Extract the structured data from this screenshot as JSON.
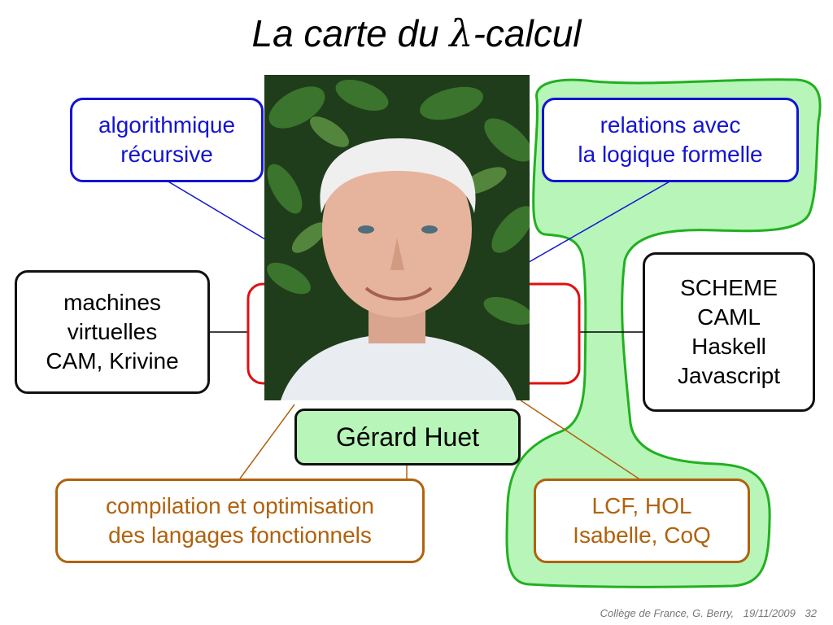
{
  "slide": {
    "title_before": "La carte du ",
    "title_symbol": "λ",
    "title_after": "-calcul"
  },
  "nodes": {
    "algorithmique": [
      "algorithmique",
      "récursive"
    ],
    "logique": [
      "relations avec",
      "la logique formelle"
    ],
    "machines": [
      "machines",
      "virtuelles",
      "CAM, Krivine"
    ],
    "langages": [
      "SCHEME",
      "CAML",
      "Haskell",
      "Javascript"
    ],
    "person": "Gérard Huet",
    "compilation": [
      "compilation et optimisation",
      "des langages fonctionnels"
    ],
    "provers": [
      "LCF, HOL",
      "Isabelle, CoQ"
    ]
  },
  "colors": {
    "blue": "#1414d2",
    "red": "#e01010",
    "brown": "#b0620e",
    "green_fill": "#b8f5b8",
    "green_stroke": "#22b022"
  },
  "footer": {
    "source": "Collège de France, G. Berry,",
    "date": "19/11/2009",
    "page": "32"
  }
}
